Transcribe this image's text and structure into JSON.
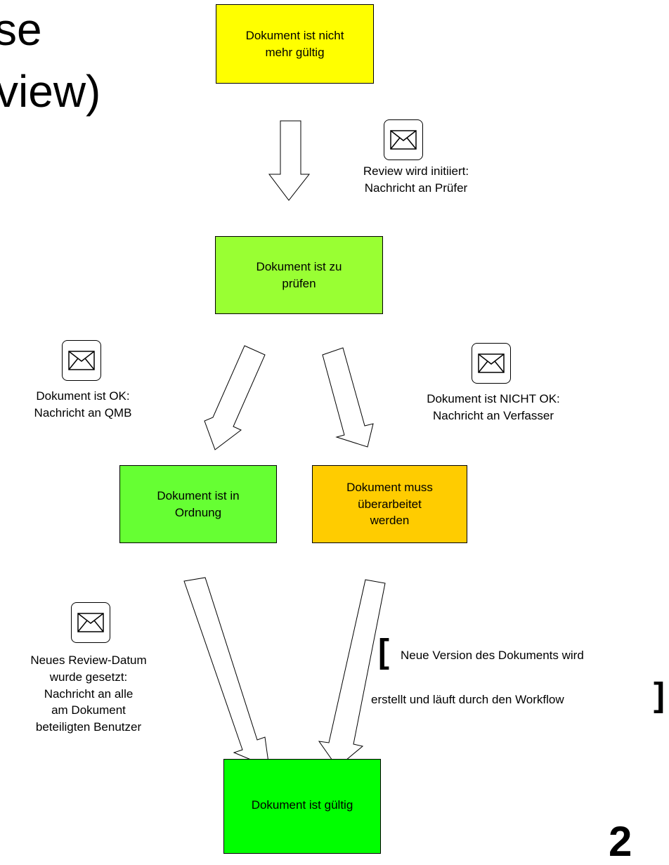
{
  "title": {
    "line1": "se",
    "line2": "view)"
  },
  "colors": {
    "yellow": "#ffff00",
    "light_green": "#99ff33",
    "green": "#66ff33",
    "orange": "#ffcc00",
    "bright_green": "#00ff00"
  },
  "states": {
    "not_valid": "Dokument ist nicht\nmehr gültig",
    "to_review": "Dokument ist zu\nprüfen",
    "ok": "Dokument ist in\nOrdnung",
    "revise": "Dokument muss\nüberarbeitet\nwerden",
    "valid": "Dokument ist gültig"
  },
  "transitions": {
    "review_init": "Review wird initiiert:\nNachricht an Prüfer",
    "doc_ok": "Dokument ist OK:\nNachricht an QMB",
    "doc_not_ok": "Dokument ist NICHT OK:\nNachricht an Verfasser",
    "new_date": "Neues Review-Datum\nwurde gesetzt:\nNachricht an alle\nam Dokument\nbeteiligten Benutzer",
    "new_version_line1": "Neue Version des Dokuments wird",
    "new_version_line2": "erstellt und läuft durch den Workflow"
  },
  "icons": [
    "envelope-icon"
  ],
  "footer_fragment": "2"
}
